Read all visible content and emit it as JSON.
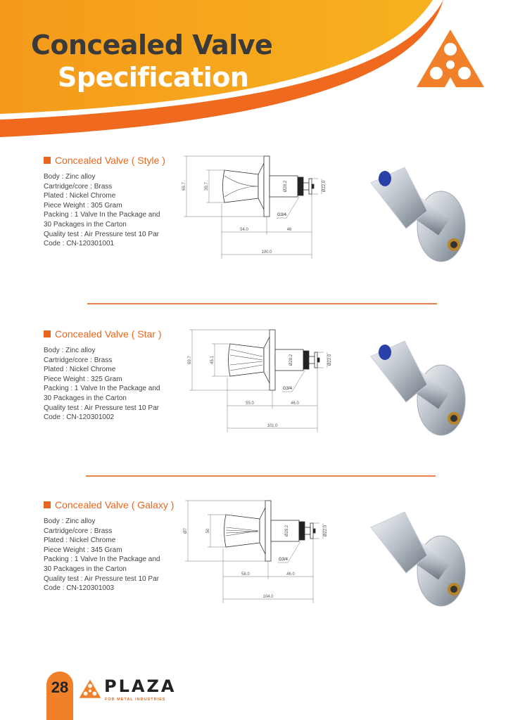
{
  "header": {
    "title_line1": "Concealed Valve",
    "title_line2": "Specification"
  },
  "colors": {
    "accent": "#e8671f",
    "orange": "#f7a21c"
  },
  "products": [
    {
      "title": "Concealed Valve ( Style )",
      "specs": [
        "Body : Zinc alloy",
        "Cartridge/core : Brass",
        "Plated : Nickel Chrome",
        "Piece Weight : 305 Gram",
        "Packing : 1 Valve In the Package and",
        "30 Packages in the Carton",
        "Quality test : Air Pressure test 10 Par",
        "Code : CN-120301001"
      ],
      "dims": {
        "flange": "69.7",
        "handle": "39.7",
        "body": "Ø28.2",
        "tip": "Ø22.0",
        "thread": "G3/4",
        "a": "54.0",
        "b": "46",
        "total": "100.0"
      }
    },
    {
      "title": "Concealed Valve ( Star )",
      "specs": [
        "Body : Zinc alloy",
        "Cartridge/core : Brass",
        "Plated : Nickel Chrome",
        "Piece Weight : 325 Gram",
        "Packing : 1 Valve In the Package and",
        "30 Packages in the Carton",
        "Quality test : Air Pressure test 10 Par",
        "Code : CN-120301002"
      ],
      "dims": {
        "flange": "69.7",
        "handle": "45.1",
        "body": "Ø28.2",
        "tip": "Ø22.0",
        "thread": "G3/4",
        "a": "55.0",
        "b": "46.0",
        "total": "101.0"
      }
    },
    {
      "title": "Concealed Valve ( Galaxy )",
      "specs": [
        "Body : Zinc alloy",
        "Cartridge/core : Brass",
        "Plated : Nickel Chrome",
        "Piece Weight : 345 Gram",
        "Packing : 1 Valve In the Package and",
        "30 Packages in the Carton",
        "Quality test : Air Pressure test 10 Par",
        "Code : CN-120301003"
      ],
      "dims": {
        "flange": "Ø7",
        "handle": "50",
        "body": "Ø28.2",
        "tip": "Ø22.0",
        "thread": "G3/4",
        "a": "58.0",
        "b": "46.0",
        "total": "104.0"
      }
    }
  ],
  "footer": {
    "page": "28",
    "brand": "PLAZA",
    "tagline": "FOR METAL INDUSTRIES"
  }
}
